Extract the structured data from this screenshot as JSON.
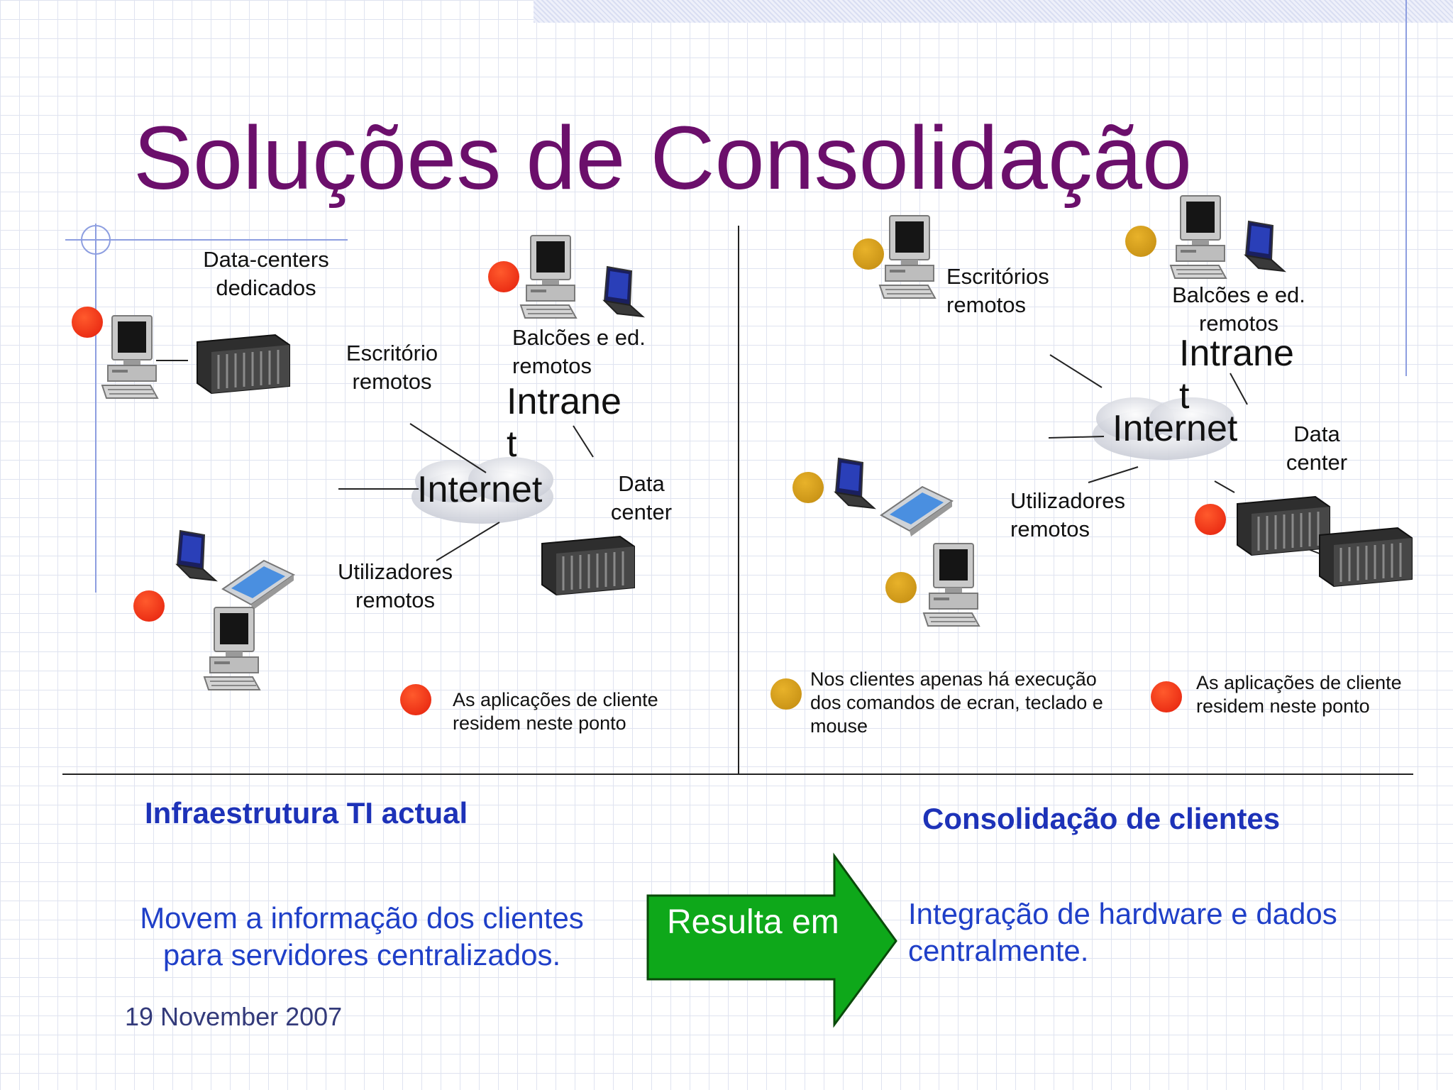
{
  "slide": {
    "title": "Soluções de Consolidação",
    "date": "19 November 2007"
  },
  "left_diagram": {
    "labels": {
      "data_centers": "Data-centers\ndedicados",
      "escritorio": "Escritório\nremotos",
      "balcoes": "Balcões e ed.\nremotos",
      "intranet": "Intrane\nt",
      "internet": "Internet",
      "data_center": "Data\ncenter",
      "utilizadores": "Utilizadores\nremotos"
    },
    "legend_red": "As aplicações de cliente\nresidem neste ponto"
  },
  "right_diagram": {
    "labels": {
      "escritorios": "Escritórios\nremotos",
      "balcoes": "Balcões e ed.\nremotos",
      "intranet": "Intrane\nt",
      "internet": "Internet",
      "data_center": "Data\ncenter",
      "utilizadores": "Utilizadores\nremotos"
    },
    "legend_yellow": "Nos clientes apenas há execução\ndos comandos de ecran, teclado e\nmouse",
    "legend_red": "As aplicações de cliente\nresidem neste ponto"
  },
  "bottom": {
    "left_heading": "Infraestrutura TI actual",
    "right_heading": "Consolidação de clientes",
    "left_text": "Movem a informação dos clientes\npara servidores centralizados.",
    "arrow_label": "Resulta em",
    "right_text": "Integração de hardware e dados\ncentralmente."
  },
  "colors": {
    "title": "#6b0f6b",
    "headings": "#1d32b8",
    "arrow": "#0ea81a",
    "red_dot": "#e41e0c",
    "yellow_dot": "#c9961a"
  },
  "icons": [
    "desktop-computer-icon",
    "laptop-icon",
    "tablet-icon",
    "server-rack-icon",
    "cloud-icon",
    "crosshair-icon"
  ]
}
